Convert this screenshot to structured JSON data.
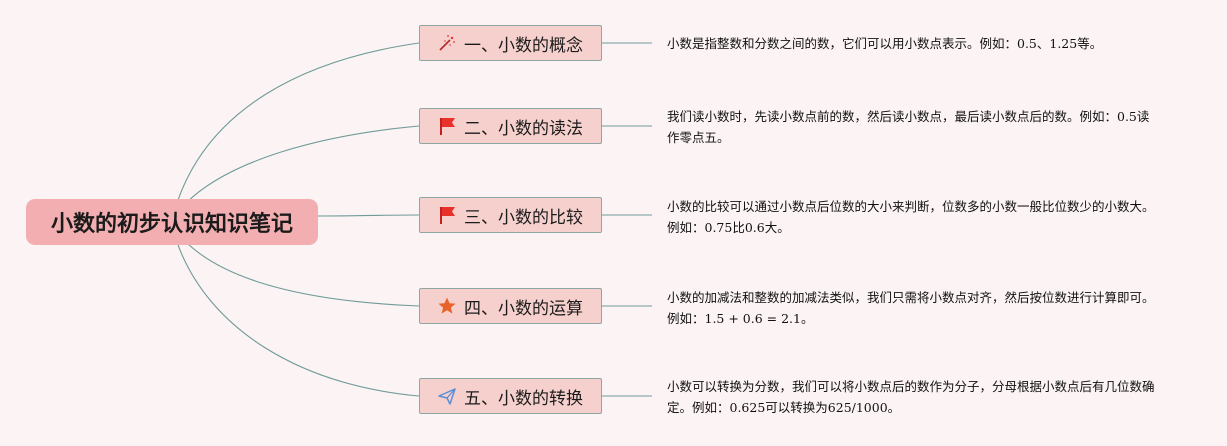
{
  "root": {
    "title": "小数的初步认识知识笔记"
  },
  "topics": [
    {
      "icon": "magic-wand-icon",
      "label": "一、小数的概念",
      "note": "小数是指整数和分数之间的数，它们可以用小数点表示。例如：0.5、1.25等。"
    },
    {
      "icon": "red-flag-icon",
      "label": "二、小数的读法",
      "note": "我们读小数时，先读小数点前的数，然后读小数点，最后读小数点后的数。例如：0.5读作零点五。"
    },
    {
      "icon": "red-flag-icon",
      "label": "三、小数的比较",
      "note": "小数的比较可以通过小数点后位数的大小来判断，位数多的小数一般比位数少的小数大。例如：0.75比0.6大。"
    },
    {
      "icon": "star-icon",
      "label": "四、小数的运算",
      "note": "小数的加减法和整数的加减法类似，我们只需将小数点对齐，然后按位数进行计算即可。例如：1.5 + 0.6 = 2.1。"
    },
    {
      "icon": "paper-plane-icon",
      "label": "五、小数的转换",
      "note": "小数可以转换为分数，我们可以将小数点后的数作为分子，分母根据小数点后有几位数确定。例如：0.625可以转换为625/1000。"
    }
  ],
  "colors": {
    "background": "#fbf3f4",
    "root": "#f2aeb0",
    "topic": "#f6d0cd",
    "connector": "#6f9b98",
    "flag": "#e8312a",
    "star": "#e8632a",
    "plane": "#5a8fd8"
  }
}
